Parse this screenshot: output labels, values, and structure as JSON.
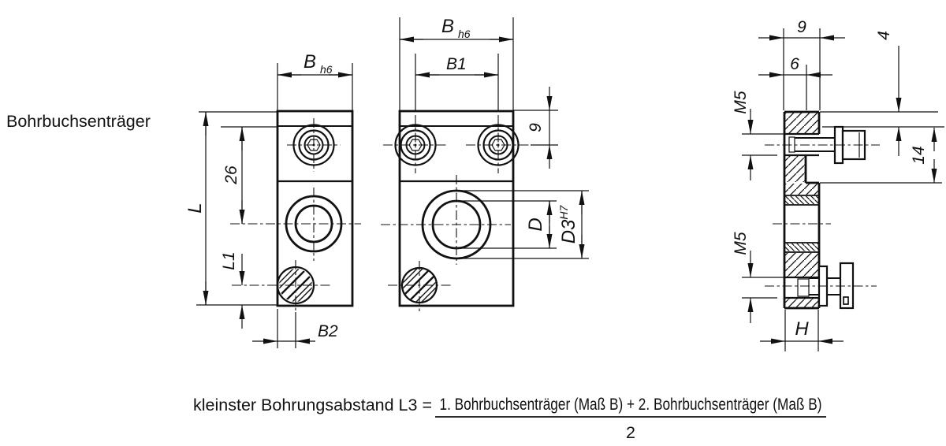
{
  "title": "Bohrbuchsenträger",
  "views": {
    "variant1": {
      "width": "B",
      "width_tol": "h6",
      "height": "L",
      "bore_center_dist": "26",
      "clamp_screw_dist": "L1",
      "clamp_screw_edge": "B2"
    },
    "variant2": {
      "width": "B",
      "width_tol": "h6",
      "screw_spacing": "B1",
      "screw_top_dist": "9",
      "bore": "D",
      "bushing_bore": "D3",
      "bushing_tol": "H7"
    },
    "side": {
      "flange_width": "9",
      "body_width": "6",
      "thread_top": "M5",
      "thread_bottom": "M5",
      "top_edge_dist": "4",
      "screw_depth": "14",
      "base_width": "H"
    }
  },
  "formula": {
    "prefix": "kleinster Bohrungsabstand L3 =",
    "numerator": "1. Bohrbuchsenträger (Maß B) + 2. Bohrbuchsenträger (Maß B)",
    "denominator": "2"
  }
}
